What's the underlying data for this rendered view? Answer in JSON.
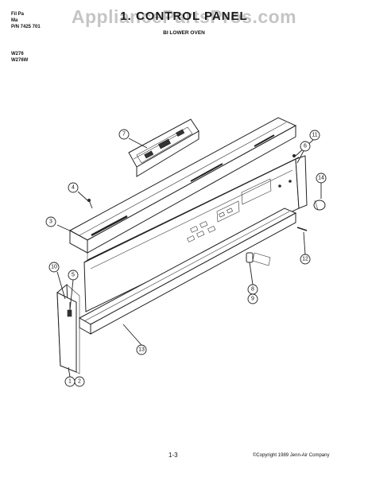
{
  "header": {
    "left_lines": [
      "Fil   Pa  ",
      "Ma       ",
      "P/N 7425  701"
    ],
    "title": "1. CONTROL PANEL",
    "subtitle": "BI LOWER OVEN",
    "models": [
      "W276",
      "W276W"
    ],
    "watermark": "AppliancePartsPros.com"
  },
  "diagram": {
    "callouts": [
      {
        "id": "c1",
        "label": "1"
      },
      {
        "id": "c2",
        "label": "2"
      },
      {
        "id": "c3",
        "label": "3"
      },
      {
        "id": "c4",
        "label": "4"
      },
      {
        "id": "c5",
        "label": "5"
      },
      {
        "id": "c6",
        "label": "6"
      },
      {
        "id": "c7",
        "label": "7"
      },
      {
        "id": "c8",
        "label": "8"
      },
      {
        "id": "c9",
        "label": "9"
      },
      {
        "id": "c10",
        "label": "10"
      },
      {
        "id": "c11",
        "label": "11"
      },
      {
        "id": "c12",
        "label": "12"
      },
      {
        "id": "c13",
        "label": "13"
      },
      {
        "id": "c14",
        "label": "14"
      }
    ]
  },
  "footer": {
    "page_number": "1-3",
    "copyright": "©Copyright 1989 Jenn-Air Company"
  }
}
